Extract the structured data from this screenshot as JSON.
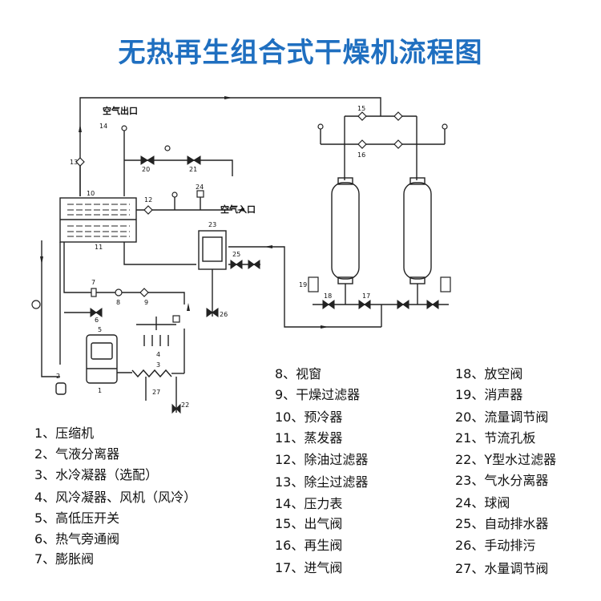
{
  "title": "无热再生组合式干燥机流程图",
  "diagram": {
    "air_out_label": "空气出口",
    "air_in_label": "空气入口",
    "callouts": {
      "c1": "1",
      "c2": "2",
      "c3": "3",
      "c4": "4",
      "c5": "5",
      "c6": "6",
      "c7": "7",
      "c8": "8",
      "c9": "9",
      "c10": "10",
      "c11": "11",
      "c12": "12",
      "c13": "13",
      "c14": "14",
      "c15": "15",
      "c16": "16",
      "c17": "17",
      "c18": "18",
      "c19": "19",
      "c20": "20",
      "c21": "21",
      "c22": "22",
      "c23": "23",
      "c24": "24",
      "c25": "25",
      "c26": "26",
      "c27": "27"
    }
  },
  "legend": {
    "col1": [
      "1、压缩机",
      "2、气液分离器",
      "3、水冷凝器（选配）",
      "4、风冷凝器、风机（风冷）",
      "5、高低压开关",
      "6、热气旁通阀",
      "7、膨胀阀"
    ],
    "col2": [
      "8、视窗",
      "9、干燥过滤器",
      "10、预冷器",
      "11、蒸发器",
      "12、除油过滤器",
      "13、除尘过滤器",
      "14、压力表",
      "15、出气阀",
      "16、再生阀",
      "17、进气阀"
    ],
    "col3": [
      "18、放空阀",
      "19、消声器",
      "20、流量调节阀",
      "21、节流孔板",
      "22、Y型水过滤器",
      "23、气水分离器",
      "24、球阀",
      "25、自动排水器",
      "26、手动排污",
      "27、水量调节阀"
    ]
  }
}
